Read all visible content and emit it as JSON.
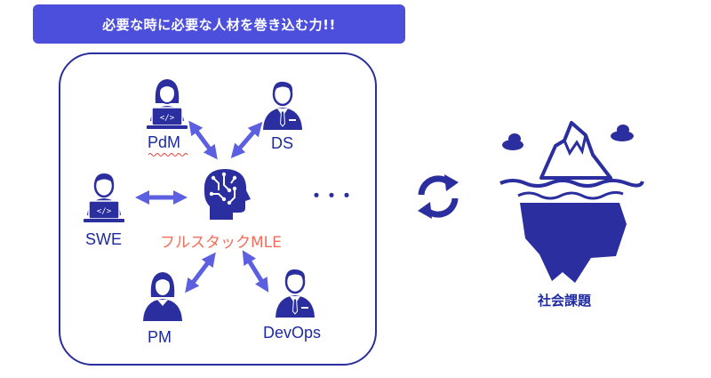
{
  "banner": {
    "text": "必要な時に必要な人材を巻き込む力!!"
  },
  "roles": {
    "pdm": "PdM",
    "ds": "DS",
    "swe": "SWE",
    "pm": "PM",
    "devops": "DevOps"
  },
  "center": {
    "label": "フルスタックMLE"
  },
  "ellipsis": "・・・",
  "issue": {
    "label": "社会課題"
  },
  "colors": {
    "primary": "#2a2e9e",
    "accent": "#4b4fdc",
    "arrow": "#5b5fe0",
    "highlight": "#f26e5a"
  }
}
